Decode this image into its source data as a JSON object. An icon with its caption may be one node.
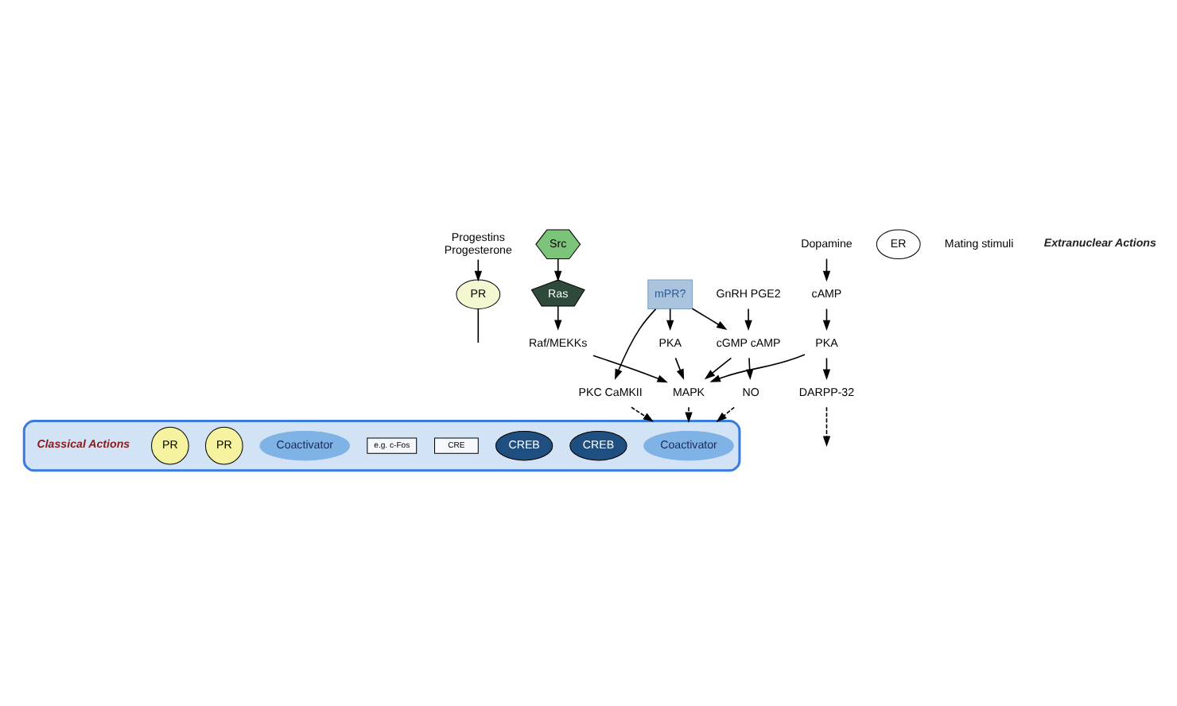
{
  "diagram": {
    "nodes": [
      {
        "text": [
          "Progestins",
          "Progesterone"
        ]
      },
      {
        "text": [
          "GnRH PGE2"
        ]
      },
      {
        "text": [
          "mPR?"
        ]
      },
      {
        "text": [
          "Dopamine"
        ]
      },
      {
        "text": [
          "PR"
        ]
      },
      {
        "text": [
          "Src"
        ]
      },
      {
        "text": [
          "ER"
        ]
      },
      {
        "text": [
          "Ras"
        ]
      },
      {
        "text": [
          "cGMP cAMP"
        ]
      },
      {
        "text": [
          "PKA"
        ]
      },
      {
        "text": [
          "PKC CaMKII"
        ]
      },
      {
        "text": [
          "cAMP"
        ]
      },
      {
        "text": [
          "NO"
        ]
      },
      {
        "text": [
          "PKA"
        ]
      },
      {
        "text": [
          "Raf/MEKKs"
        ]
      },
      {
        "text": [
          "MAPK"
        ]
      },
      {
        "text": [
          "DARPP-32"
        ]
      },
      {
        "text": [],
        "shape": "ellipse"
      },
      {
        "text": [
          "Coactivator"
        ],
        "in": 17
      },
      {
        "text": [
          "CREB"
        ],
        "in": 17
      },
      {
        "text": [
          "CREB"
        ],
        "in": 17
      },
      {
        "text": [
          "CRE"
        ],
        "in": 17
      },
      {
        "text": [
          "e.g. c-Fos"
        ],
        "in": 17
      },
      {
        "text": [
          "Coactivator"
        ],
        "in": 17
      },
      {
        "text": [
          "PR"
        ],
        "in": 17
      },
      {
        "text": [
          "PR"
        ],
        "in": 17
      }
    ],
    "edges": [
      {
        "from": 0,
        "to": 4,
        "arrow": "to"
      },
      {
        "from": 1,
        "to": 8,
        "arrow": "to"
      },
      {
        "from": 2,
        "to": 8,
        "arrow": "to"
      },
      {
        "from": 2,
        "to": 9,
        "arrow": "to"
      },
      {
        "from": 2,
        "to": 10,
        "arrow": "to"
      },
      {
        "from": 3,
        "to": 11,
        "arrow": "to"
      },
      {
        "from": 11,
        "to": 13,
        "arrow": "to"
      },
      {
        "from": 5,
        "to": 7,
        "arrow": "to"
      },
      {
        "from": 7,
        "to": 14,
        "arrow": "to"
      },
      {
        "from": 8,
        "to": 12,
        "arrow": "to"
      },
      {
        "from": 8,
        "to": 15,
        "arrow": "to"
      },
      {
        "from": 9,
        "to": 15,
        "arrow": "to"
      },
      {
        "from": 14,
        "to": 15,
        "arrow": "to"
      },
      {
        "from": 13,
        "to": 15,
        "arrow": "to"
      },
      {
        "from": 13,
        "to": 16,
        "arrow": "to"
      },
      {
        "from": 12,
        "to": 17,
        "arrow": "to",
        "style": "dashed"
      },
      {
        "from": 15,
        "to": 17,
        "arrow": "to",
        "style": "dashed"
      },
      {
        "from": 10,
        "to": 17,
        "arrow": "to",
        "style": "dashed"
      },
      {
        "from": 16,
        "to": null,
        "arrow": "to",
        "style": "dashed"
      },
      {
        "from": 4,
        "to": null,
        "arrow": "none"
      }
    ],
    "labels": [
      "Mating stimuli",
      "Extranuclear Actions",
      "Classical Actions"
    ]
  }
}
